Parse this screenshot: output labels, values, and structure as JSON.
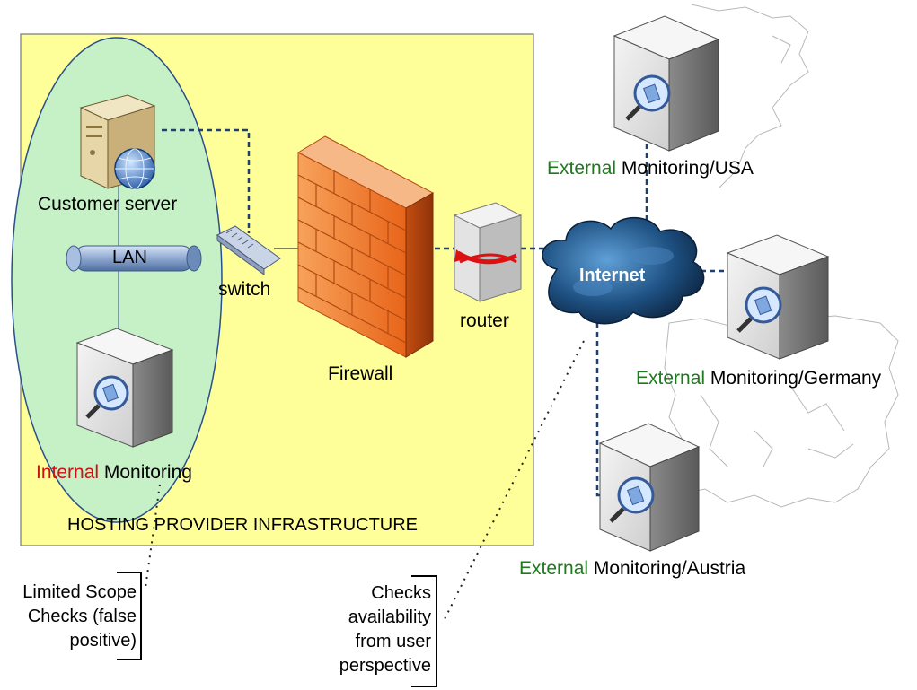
{
  "hosting": {
    "title": "HOSTING PROVIDER INFRASTRUCTURE",
    "customer_server": "Customer server",
    "lan": "LAN",
    "switch": "switch",
    "firewall": "Firewall",
    "router": "router",
    "internal_monitoring": {
      "highlight": "Internal",
      "rest": " Monitoring"
    }
  },
  "internet": "Internet",
  "external": {
    "usa": {
      "highlight": "External",
      "rest": " Monitoring/USA"
    },
    "germany": {
      "highlight": "External",
      "rest": " Monitoring/Germany"
    },
    "austria": {
      "highlight": "External",
      "rest": " Monitoring/Austria"
    }
  },
  "notes": {
    "limited": [
      "Limited Scope",
      "Checks (false",
      "positive)"
    ],
    "availability": [
      "Checks",
      "availability",
      "from user",
      "perspective"
    ]
  },
  "colors": {
    "zone_fill": "#ffff99",
    "ellipse_fill": "#c6f0c6",
    "external_green": "#1f7a1f",
    "internal_red": "#d01010",
    "link_blue": "#1f3f6f"
  }
}
